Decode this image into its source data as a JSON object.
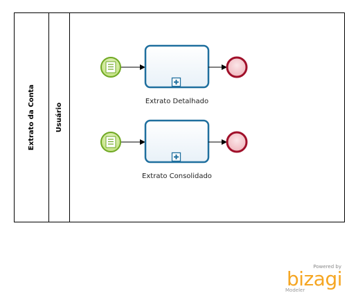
{
  "pool": {
    "label": "Extrato da Conta"
  },
  "lane": {
    "label": "Usuário"
  },
  "tasks": [
    {
      "label": "Extrato Detalhado"
    },
    {
      "label": "Extrato Consolidado"
    }
  ],
  "branding": {
    "powered_by": "Powered by",
    "name": "bizagi",
    "product": "Modeler"
  },
  "colors": {
    "task_stroke": "#1f6f9e",
    "start_stroke": "#6fa823",
    "start_fill": "#cfe99a",
    "end_stroke": "#a0102a",
    "end_fill": "#f6d2d6",
    "brand": "#f5a623"
  },
  "icons": {
    "start_event": "message-start-event-icon",
    "subprocess_marker": "plus-square-icon",
    "end_event": "end-event-icon"
  }
}
